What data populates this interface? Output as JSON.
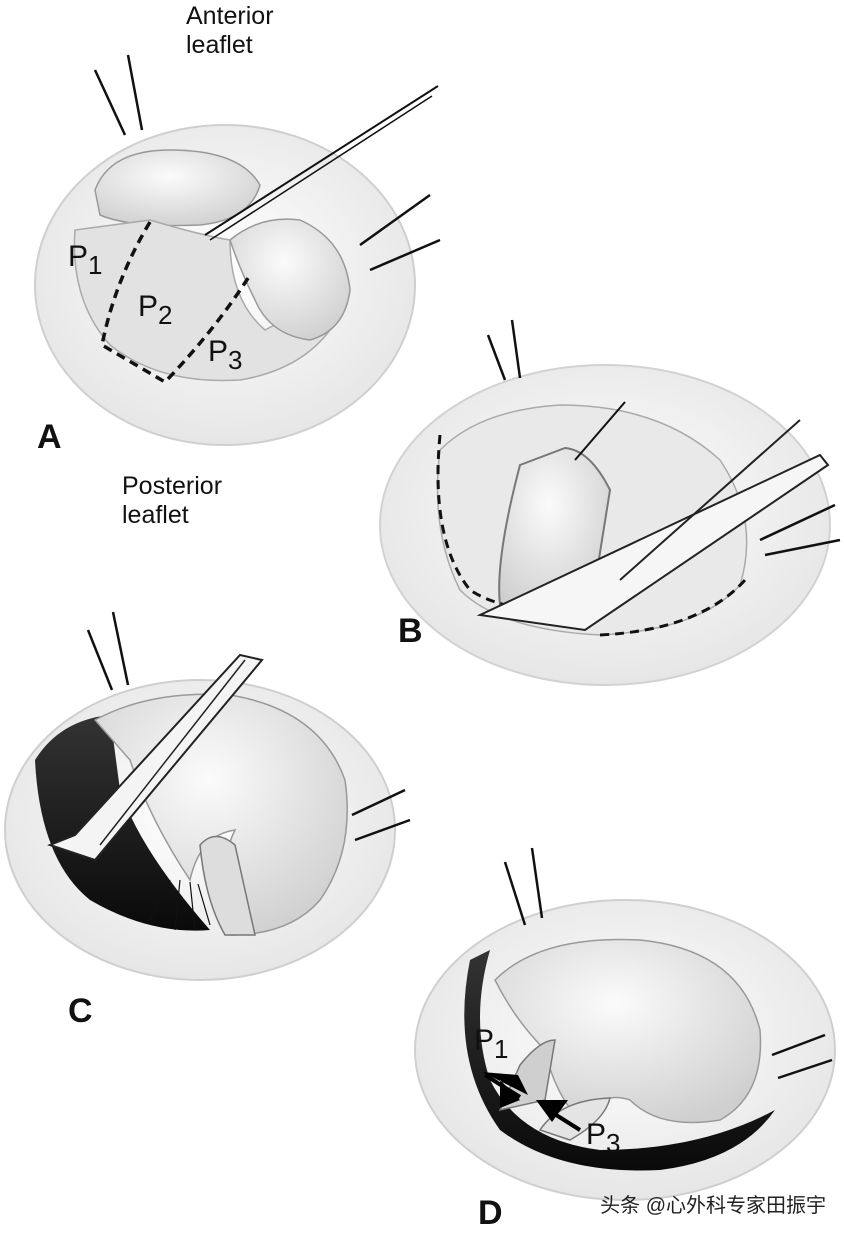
{
  "labels": {
    "anterior": [
      "Anterior",
      "leaflet"
    ],
    "posterior": [
      "Posterior",
      "leaflet"
    ],
    "panel_a": "A",
    "panel_b": "B",
    "panel_c": "C",
    "panel_d": "D",
    "a_p1": "P",
    "a_p1_sub": "1",
    "a_p2": "P",
    "a_p2_sub": "2",
    "a_p3": "P",
    "a_p3_sub": "3",
    "d_p1": "P",
    "d_p1_sub": "1",
    "d_p3": "P",
    "d_p3_sub": "3"
  },
  "watermark": "头条 @心外科专家田振宇",
  "colors": {
    "ink": "#111111",
    "ring": "#f2f2f2",
    "leaflet": "#e8e8e8",
    "shadow": "#1a1a1a"
  }
}
